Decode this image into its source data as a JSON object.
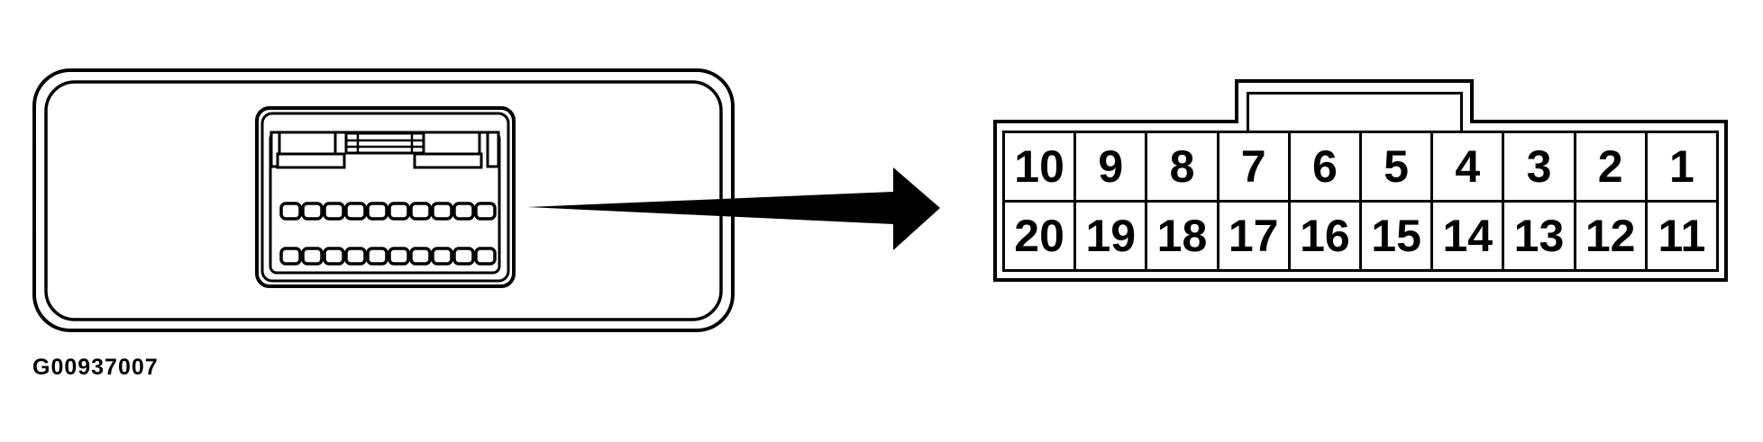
{
  "colors": {
    "ink": "#000000",
    "paper": "#ffffff"
  },
  "caption": {
    "text": "G00937007"
  },
  "left_figure": {
    "pin_rows": 2,
    "pins_per_row": 10
  },
  "arrow": {
    "direction": "right"
  },
  "pinout": {
    "rows": [
      [
        "10",
        "9",
        "8",
        "7",
        "6",
        "5",
        "4",
        "3",
        "2",
        "1"
      ],
      [
        "20",
        "19",
        "18",
        "17",
        "16",
        "15",
        "14",
        "13",
        "12",
        "11"
      ]
    ]
  }
}
